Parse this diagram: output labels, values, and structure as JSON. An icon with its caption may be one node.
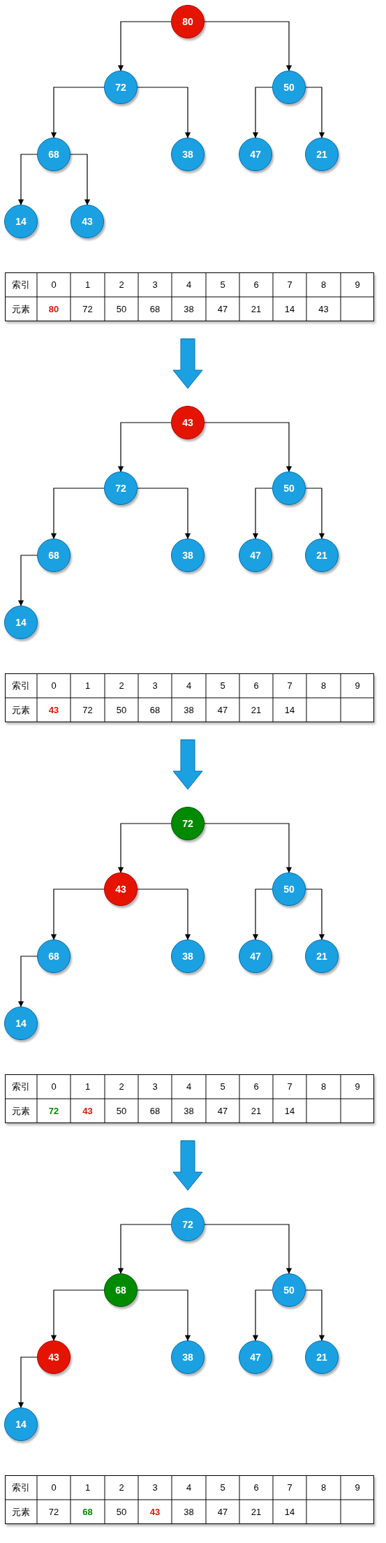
{
  "diagram": {
    "nodes": [
      {
        "text": [
          "80"
        ]
      },
      {
        "text": [
          "72"
        ]
      },
      {
        "text": [
          "50"
        ]
      },
      {
        "text": [
          "68"
        ]
      },
      {
        "text": [
          "38"
        ]
      },
      {
        "text": [
          "47"
        ]
      },
      {
        "text": [
          "21"
        ]
      },
      {
        "text": [
          "14"
        ]
      },
      {
        "text": [
          "43"
        ]
      },
      {
        "text": [
          "43"
        ]
      },
      {
        "text": [
          "72"
        ]
      },
      {
        "text": [
          "50"
        ]
      },
      {
        "text": [
          "68"
        ]
      },
      {
        "text": [
          "38"
        ]
      },
      {
        "text": [
          "47"
        ]
      },
      {
        "text": [
          "21"
        ]
      },
      {
        "text": [
          "14"
        ]
      },
      {
        "text": [
          "72"
        ]
      },
      {
        "text": [
          "43"
        ]
      },
      {
        "text": [
          "50"
        ]
      },
      {
        "text": [
          "68"
        ]
      },
      {
        "text": [
          "38"
        ]
      },
      {
        "text": [
          "47"
        ]
      },
      {
        "text": [
          "21"
        ]
      },
      {
        "text": [
          "14"
        ]
      },
      {
        "text": [
          "72"
        ]
      },
      {
        "text": [
          "68"
        ]
      },
      {
        "text": [
          "50"
        ]
      },
      {
        "text": [
          "43"
        ]
      },
      {
        "text": [
          "38"
        ]
      },
      {
        "text": [
          "47"
        ]
      },
      {
        "text": [
          "21"
        ]
      },
      {
        "text": [
          "14"
        ]
      }
    ],
    "edges": [
      {
        "from": 0,
        "to": 1,
        "arrow": "to"
      },
      {
        "from": 0,
        "to": 2,
        "arrow": "to"
      },
      {
        "from": 1,
        "to": 3,
        "arrow": "to"
      },
      {
        "from": 1,
        "to": 4,
        "arrow": "to"
      },
      {
        "from": 2,
        "to": 5,
        "arrow": "to"
      },
      {
        "from": 2,
        "to": 6,
        "arrow": "to"
      },
      {
        "from": 3,
        "to": 7,
        "arrow": "to"
      },
      {
        "from": 3,
        "to": 8,
        "arrow": "to"
      },
      {
        "from": 9,
        "to": 10,
        "arrow": "to"
      },
      {
        "from": 9,
        "to": 11,
        "arrow": "to"
      },
      {
        "from": 10,
        "to": 12,
        "arrow": "to"
      },
      {
        "from": 10,
        "to": 13,
        "arrow": "to"
      },
      {
        "from": 11,
        "to": 14,
        "arrow": "to"
      },
      {
        "from": 11,
        "to": 15,
        "arrow": "to"
      },
      {
        "from": 12,
        "to": 16,
        "arrow": "to"
      },
      {
        "from": 17,
        "to": 18,
        "arrow": "to"
      },
      {
        "from": 17,
        "to": 19,
        "arrow": "to"
      },
      {
        "from": 18,
        "to": 20,
        "arrow": "to"
      },
      {
        "from": 18,
        "to": 21,
        "arrow": "to"
      },
      {
        "from": 19,
        "to": 22,
        "arrow": "to"
      },
      {
        "from": 19,
        "to": 23,
        "arrow": "to"
      },
      {
        "from": 20,
        "to": 24,
        "arrow": "to"
      },
      {
        "from": 25,
        "to": 26,
        "arrow": "to"
      },
      {
        "from": 25,
        "to": 27,
        "arrow": "to"
      },
      {
        "from": 26,
        "to": 28,
        "arrow": "to"
      },
      {
        "from": 26,
        "to": 29,
        "arrow": "to"
      },
      {
        "from": 27,
        "to": 30,
        "arrow": "to"
      },
      {
        "from": 27,
        "to": 31,
        "arrow": "to"
      },
      {
        "from": 28,
        "to": 32,
        "arrow": "to"
      }
    ],
    "labels": [
      "索引",
      "0",
      "1",
      "2",
      "3",
      "4",
      "5",
      "6",
      "7",
      "8",
      "9",
      "元素",
      "80",
      "72",
      "50",
      "68",
      "38",
      "47",
      "21",
      "14",
      "43",
      "索引",
      "0",
      "1",
      "2",
      "3",
      "4",
      "5",
      "6",
      "7",
      "8",
      "9",
      "元素",
      "43",
      "72",
      "50",
      "68",
      "38",
      "47",
      "21",
      "14",
      "索引",
      "0",
      "1",
      "2",
      "3",
      "4",
      "5",
      "6",
      "7",
      "8",
      "9",
      "元素",
      "72",
      "43",
      "50",
      "68",
      "38",
      "47",
      "21",
      "14",
      "索引",
      "0",
      "1",
      "2",
      "3",
      "4",
      "5",
      "6",
      "7",
      "8",
      "9",
      "元素",
      "72",
      "68",
      "50",
      "43",
      "38",
      "47",
      "21",
      "14"
    ]
  }
}
